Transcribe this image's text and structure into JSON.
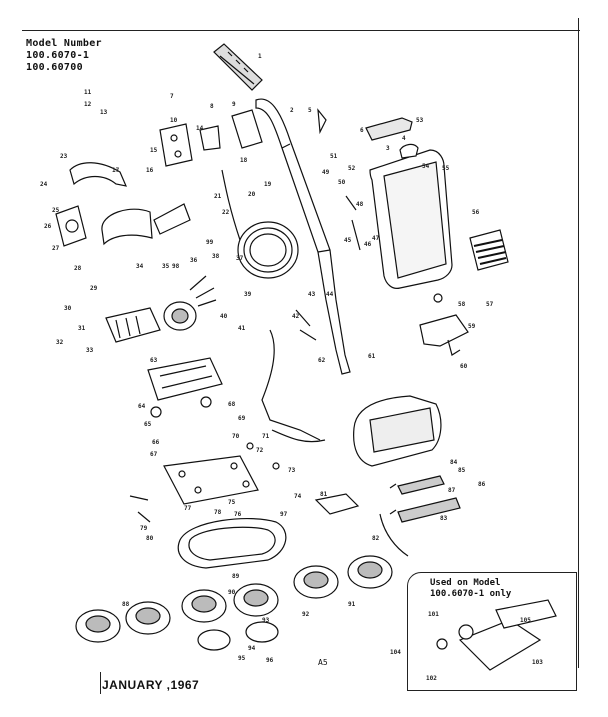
{
  "header": {
    "model_label": "Model Number",
    "model_numbers": [
      "100.6070-1",
      "100.60700"
    ]
  },
  "inset": {
    "label_line1": "Used on Model",
    "label_line2": "100.6070-1 only",
    "part_numbers": [
      "101",
      "102",
      "103",
      "104",
      "105"
    ]
  },
  "footer": {
    "date": "JANUARY ,1967",
    "ref": "A5"
  },
  "diagram": {
    "part_numbers": [
      "1",
      "2",
      "3",
      "4",
      "5",
      "6",
      "7",
      "8",
      "9",
      "10",
      "11",
      "12",
      "13",
      "14",
      "15",
      "16",
      "17",
      "18",
      "19",
      "20",
      "21",
      "22",
      "23",
      "24",
      "25",
      "26",
      "27",
      "28",
      "29",
      "30",
      "31",
      "32",
      "33",
      "34",
      "35",
      "36",
      "37",
      "38",
      "39",
      "40",
      "41",
      "42",
      "43",
      "44",
      "45",
      "46",
      "47",
      "48",
      "49",
      "50",
      "51",
      "52",
      "53",
      "54",
      "55",
      "56",
      "57",
      "58",
      "59",
      "60",
      "61",
      "62",
      "63",
      "64",
      "65",
      "66",
      "67",
      "68",
      "69",
      "70",
      "71",
      "72",
      "73",
      "74",
      "75",
      "76",
      "77",
      "78",
      "79",
      "80",
      "81",
      "82",
      "83",
      "84",
      "85",
      "86",
      "87",
      "88",
      "89",
      "90",
      "91",
      "92",
      "93",
      "94",
      "95",
      "96",
      "97",
      "98",
      "99"
    ]
  }
}
